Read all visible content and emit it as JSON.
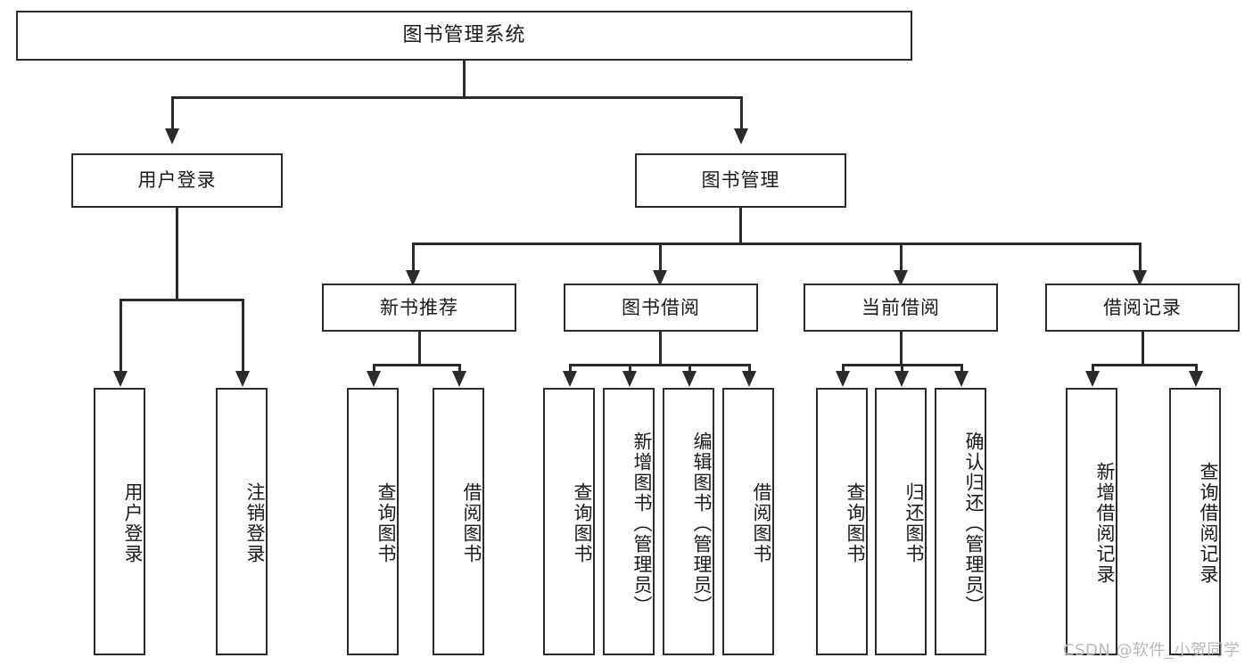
{
  "diagram": {
    "type": "tree",
    "title": "图书管理系统",
    "watermark": "CSDN @软件_小贺同学",
    "colors": {
      "box_border": "#2b2b2b",
      "box_fill": "#ffffff",
      "connector": "#2b2b2b",
      "text": "#1a1a1a",
      "watermark": "#b9b9b9",
      "background": "#ffffff"
    },
    "root": {
      "label": "图书管理系统"
    },
    "level2": [
      {
        "label": "用户登录"
      },
      {
        "label": "图书管理"
      }
    ],
    "level3": [
      {
        "label": "新书推荐"
      },
      {
        "label": "图书借阅"
      },
      {
        "label": "当前借阅"
      },
      {
        "label": "借阅记录"
      }
    ],
    "leaves": {
      "user_login": [
        {
          "label": "用户登录"
        },
        {
          "label": "注销登录"
        }
      ],
      "new_book_recommend": [
        {
          "label": "查询图书"
        },
        {
          "label": "借阅图书"
        }
      ],
      "book_borrow": [
        {
          "label": "查询图书"
        },
        {
          "label": "新增图书（管理员）"
        },
        {
          "label": "编辑图书（管理员）"
        },
        {
          "label": "借阅图书"
        }
      ],
      "current_borrow": [
        {
          "label": "查询图书"
        },
        {
          "label": "归还图书"
        },
        {
          "label": "确认归还（管理员）"
        }
      ],
      "borrow_record": [
        {
          "label": "新增借阅记录"
        },
        {
          "label": "查询借阅记录"
        }
      ]
    }
  }
}
